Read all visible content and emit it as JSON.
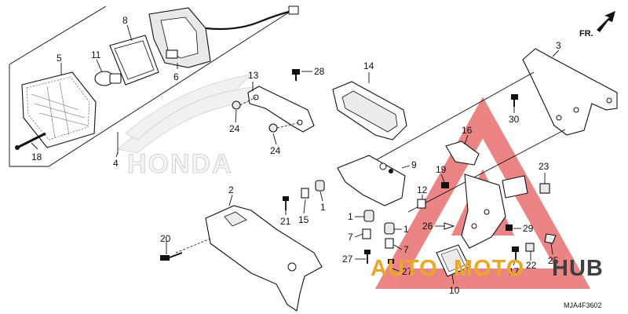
{
  "diagram": {
    "direction_label": "FR.",
    "code": "MJA4F3602",
    "brand_watermark": "HONDA",
    "watermark": {
      "part1": "AUTO",
      "part2": "MOTO",
      "part3": "HUB"
    },
    "callouts": [
      "1",
      "2",
      "3",
      "4",
      "5",
      "6",
      "7",
      "8",
      "9",
      "10",
      "11",
      "12",
      "13",
      "14",
      "15",
      "16",
      "17",
      "18",
      "19",
      "20",
      "21",
      "22",
      "23",
      "24",
      "25",
      "26",
      "27",
      "28",
      "29",
      "30"
    ]
  }
}
